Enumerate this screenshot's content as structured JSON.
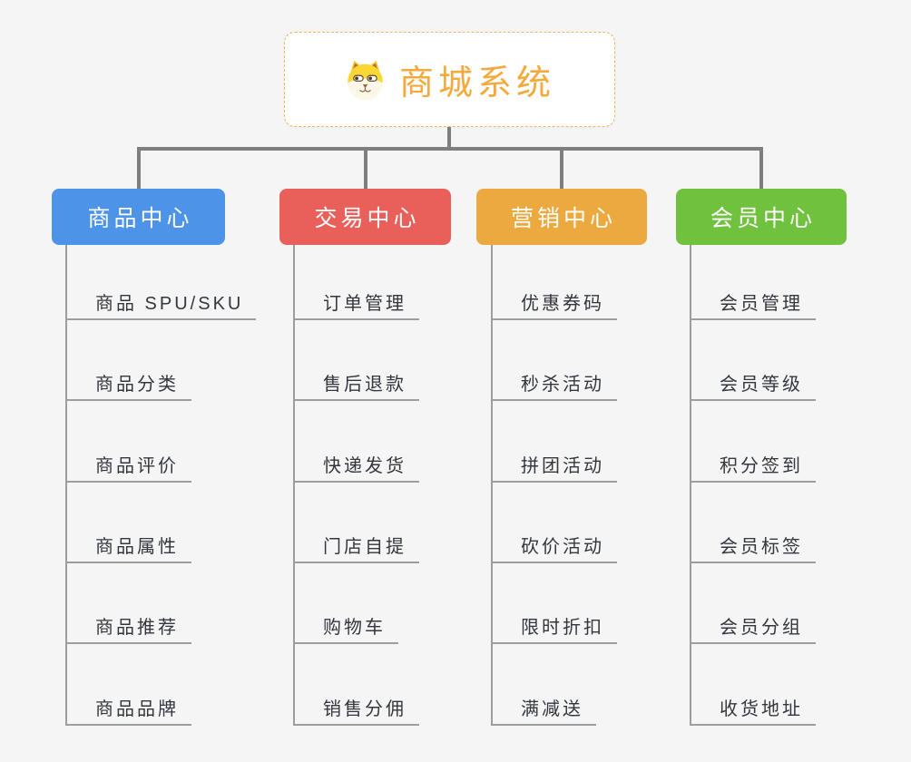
{
  "root": {
    "title": "商城系统",
    "icon": "dog-face-icon",
    "accent_color": "#f5a93c",
    "border_color": "#f3b45c"
  },
  "colors": {
    "background": "#f5f5f6",
    "connector": "#7e7e7e",
    "sub_line": "#9d9d9d",
    "sub_text": "#33373d"
  },
  "branches": [
    {
      "label": "商品中心",
      "color": "#4d94e9",
      "items": [
        "商品 SPU/SKU",
        "商品分类",
        "商品评价",
        "商品属性",
        "商品推荐",
        "商品品牌"
      ]
    },
    {
      "label": "交易中心",
      "color": "#e9605b",
      "items": [
        "订单管理",
        "售后退款",
        "快递发货",
        "门店自提",
        "购物车",
        "销售分佣"
      ]
    },
    {
      "label": "营销中心",
      "color": "#eca93f",
      "items": [
        "优惠券码",
        "秒杀活动",
        "拼团活动",
        "砍价活动",
        "限时折扣",
        "满减送"
      ]
    },
    {
      "label": "会员中心",
      "color": "#6fc13e",
      "items": [
        "会员管理",
        "会员等级",
        "积分签到",
        "会员标签",
        "会员分组",
        "收货地址"
      ]
    }
  ]
}
